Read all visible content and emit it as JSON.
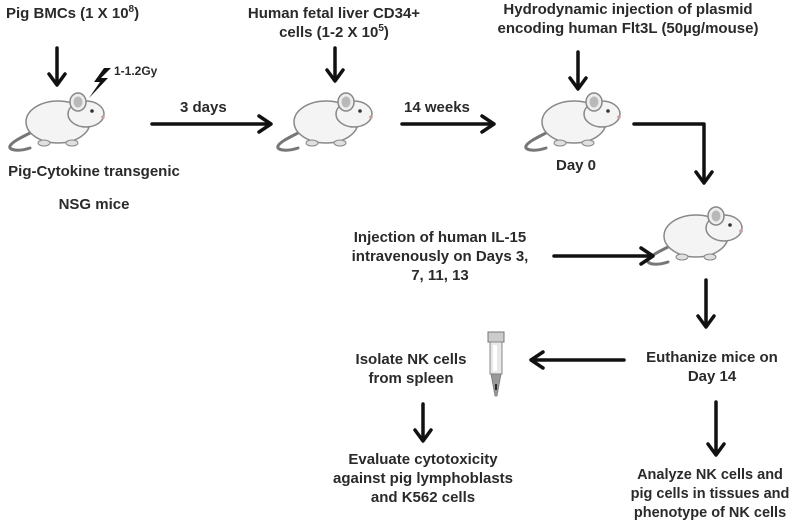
{
  "step1": {
    "line1_prefix": "Pig BMCs (1 X 10",
    "line1_exp": "8",
    "line1_suffix": ")"
  },
  "irradiation": "1-1.2Gy",
  "step2": {
    "line1": "Human fetal liver CD34+",
    "line2_prefix": "cells (1-2 X 10",
    "line2_exp": "5",
    "line2_suffix": ")"
  },
  "step3": {
    "line1": "Hydrodynamic injection of plasmid",
    "line2": "encoding human Flt3L (50µg/mouse)"
  },
  "interval1": "3 days",
  "interval2": "14 weeks",
  "mouse_label": {
    "line1": "Pig-Cytokine transgenic",
    "line2": "NSG mice"
  },
  "day0": "Day 0",
  "il15": {
    "line1": "Injection of human IL-15",
    "line2": "intravenously on Days 3,",
    "line3": "7, 11, 13"
  },
  "euthanize": {
    "line1": "Euthanize mice on",
    "line2": "Day 14"
  },
  "isolate": {
    "line1": "Isolate NK cells",
    "line2": "from spleen"
  },
  "evaluate": {
    "line1": "Evaluate cytotoxicity",
    "line2": "against pig lymphoblasts",
    "line3": "and K562 cells"
  },
  "analyze": {
    "line1": "Analyze NK cells and",
    "line2": "pig cells in tissues and",
    "line3": "phenotype of  NK cells"
  }
}
